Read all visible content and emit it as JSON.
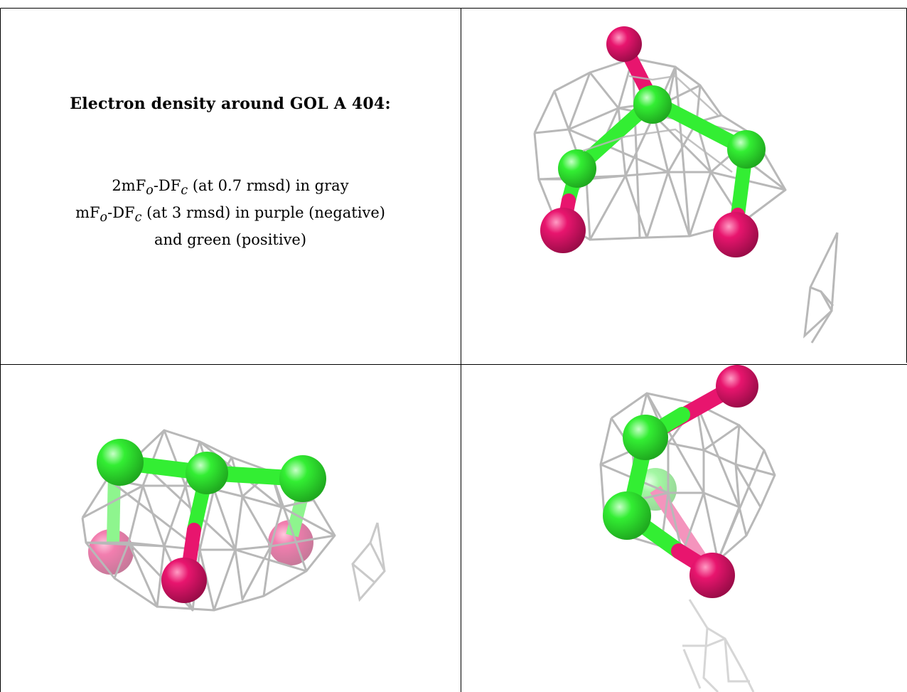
{
  "caption": {
    "title": "Electron density around GOL A 404:",
    "line1": {
      "a": "2mF",
      "o": "o",
      "b": "-DF",
      "c": "c",
      "rest": " (at 0.7 rmsd) in gray"
    },
    "line2": {
      "a": "mF",
      "o": "o",
      "b": "-DF",
      "c": "c",
      "rest": " (at 3 rmsd) in purple (negative)"
    },
    "line3": "and green (positive)"
  },
  "colors": {
    "carbon": "#33ee33",
    "oxygen": "#e8156e",
    "mesh": "#b8b8b8",
    "border": "#000000"
  }
}
